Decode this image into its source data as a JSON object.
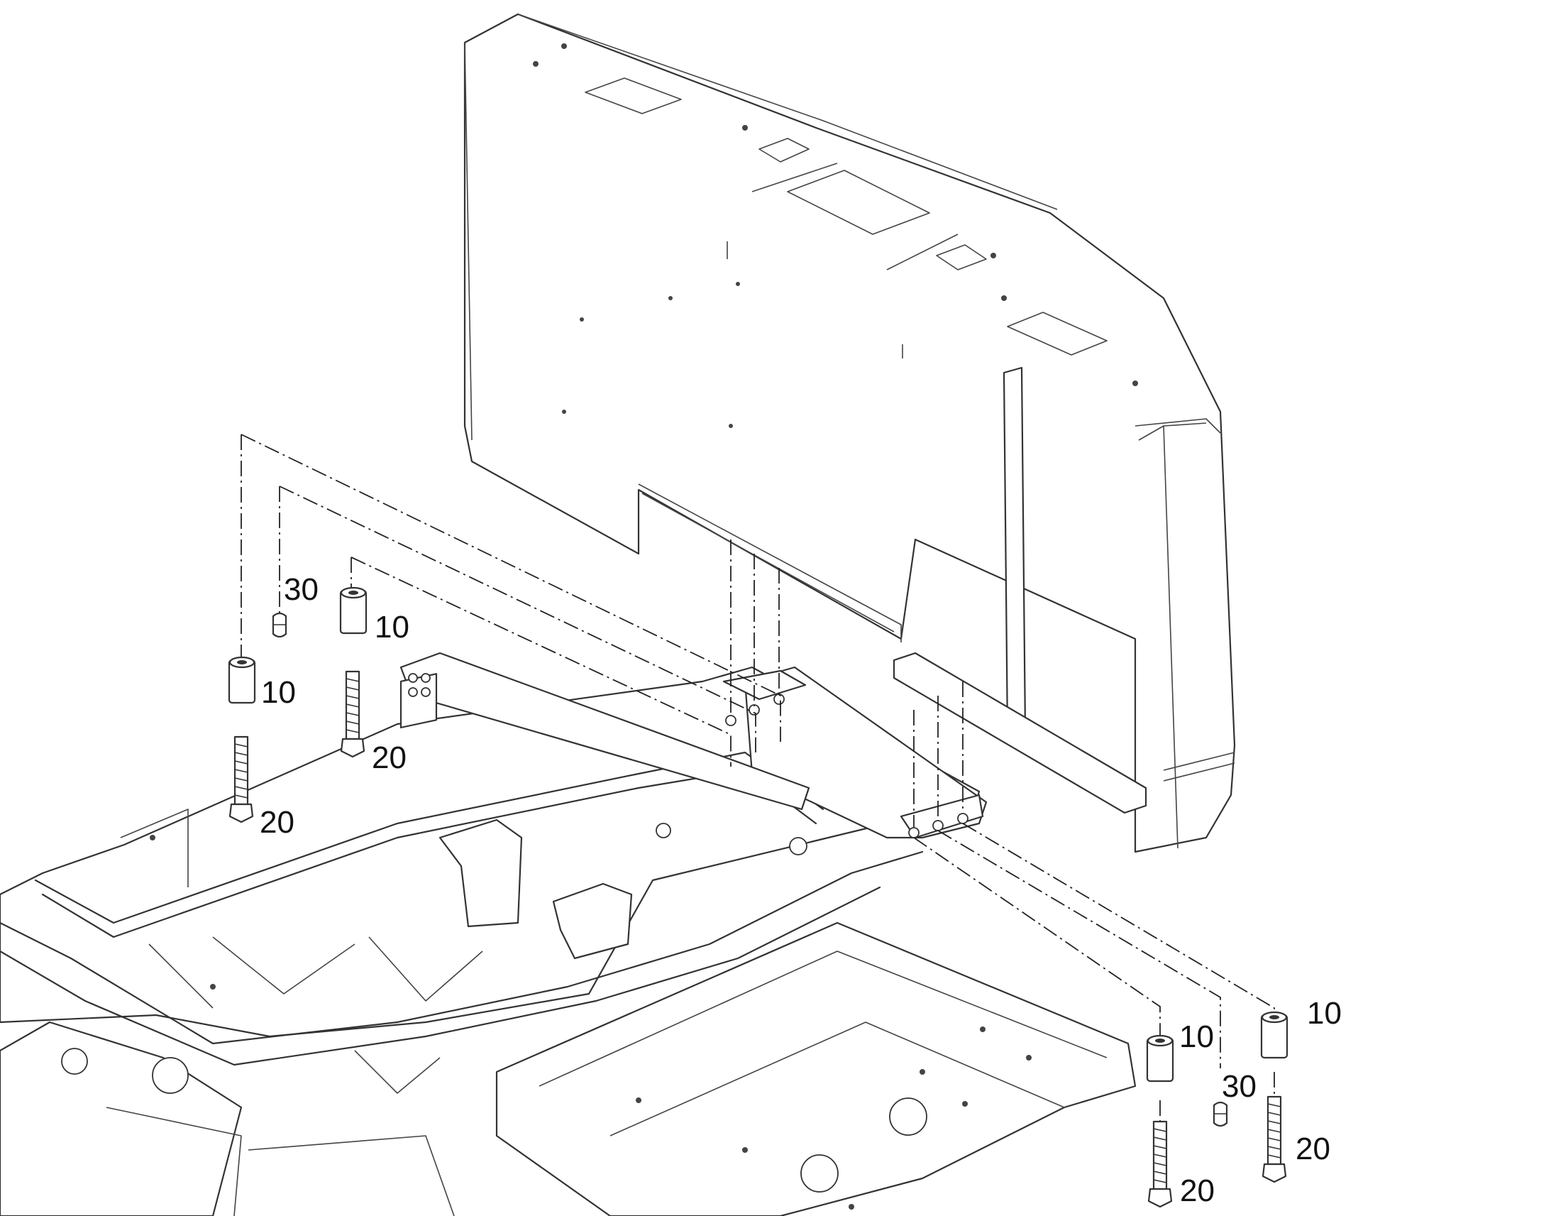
{
  "callouts": {
    "spacer_left": "10",
    "bolt_left": "20",
    "pin_left": "30",
    "spacer_left2": "10",
    "bolt_left2": "20",
    "spacer_right1": "10",
    "pin_right": "30",
    "spacer_right2": "10",
    "bolt_right1": "20",
    "bolt_right2": "20"
  }
}
